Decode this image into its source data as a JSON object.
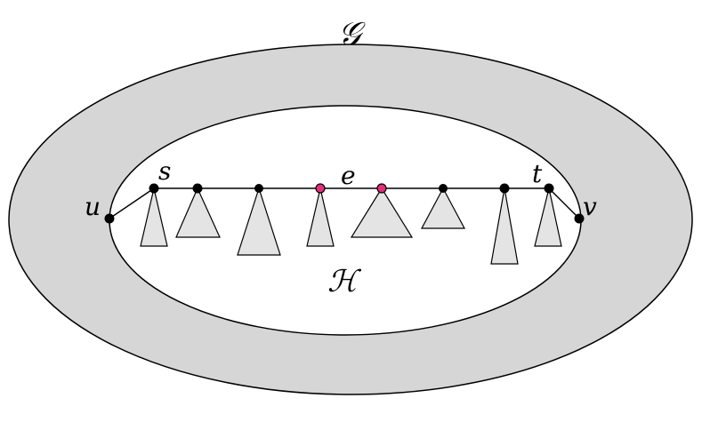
{
  "labels": {
    "outer_graph": "𝒢",
    "inner_graph": "ℋ",
    "u": "u",
    "v": "v",
    "s": "s",
    "t": "t",
    "e": "e"
  },
  "colors": {
    "ring_fill": "#d6d6d6",
    "inner_fill": "#ffffff",
    "triangle_fill": "#e4e4e4",
    "stroke": "#000000",
    "vertex": "#000000",
    "highlight_vertex": "#e0307a"
  }
}
